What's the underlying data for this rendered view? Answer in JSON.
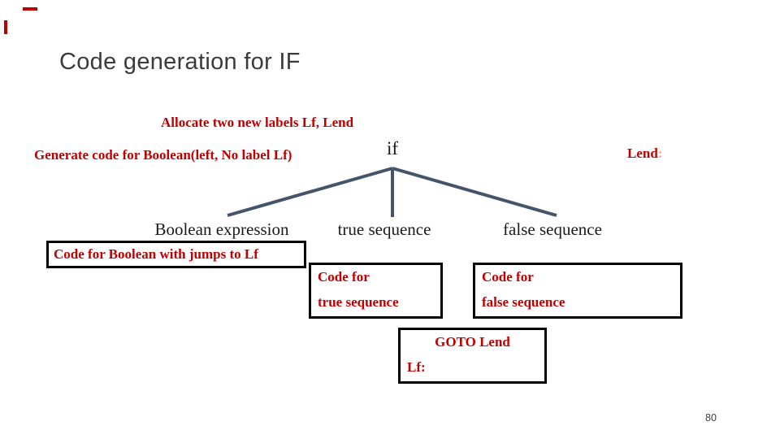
{
  "slide": {
    "title": "Code generation for IF",
    "page_number": "80",
    "notes": {
      "allocate": "Allocate two new labels Lf, Lend",
      "generate": "Generate code for Boolean(left, No label Lf)",
      "lend": "Lend",
      "lend_colon": ":"
    },
    "tree": {
      "root": "if",
      "children": [
        "Boolean expression",
        "true sequence",
        "false sequence"
      ]
    },
    "boxes": {
      "boolean": "Code for Boolean with jumps to Lf",
      "true_line1": "Code for",
      "true_line2": "true sequence",
      "false_line1": "Code for",
      "false_line2": "false sequence",
      "goto_line1": "GOTO Lend",
      "goto_line2": "Lf:"
    },
    "colors": {
      "red_text": "#c00000",
      "light_red_colon": "#e5a9a9",
      "tree_line": "#44546a",
      "title_text": "#3b3b3b",
      "box_border": "#000000",
      "background": "#ffffff"
    }
  }
}
